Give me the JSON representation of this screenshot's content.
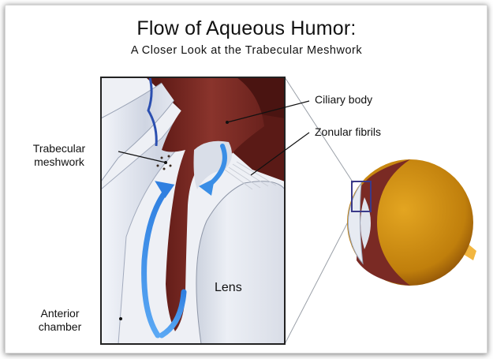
{
  "title": "Flow of Aqueous Humor:",
  "subtitle": "A Closer Look at the Trabecular Meshwork",
  "labels": {
    "ciliary_body": "Ciliary body",
    "zonular_fibrils": "Zonular fibrils",
    "trabecular_line1": "Trabecular",
    "trabecular_line2": "meshwork",
    "lens": "Lens",
    "anterior_line1": "Anterior",
    "anterior_line2": "chamber"
  },
  "colors": {
    "ciliary": "#7a2a24",
    "flow_arrow": "#3a8ee6",
    "cornea": "#dfe4ee",
    "eyeball": "#c98b10",
    "optic_nerve": "#f2b640"
  }
}
